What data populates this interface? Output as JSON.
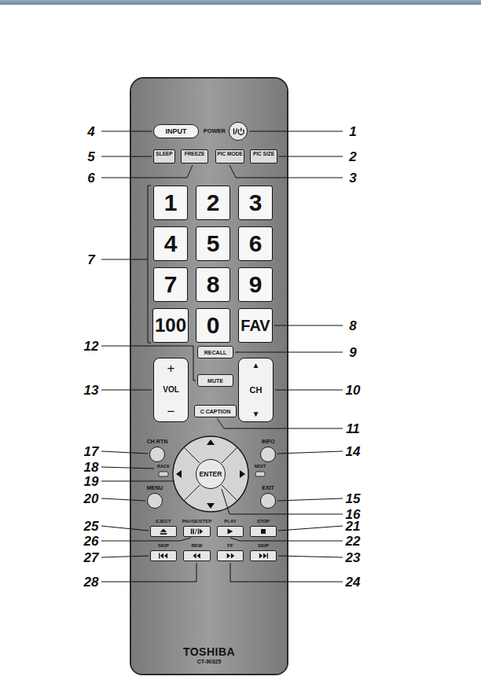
{
  "diagram": {
    "nodes": [
      {
        "text": [
          "TOSHIBA",
          "CT-90325"
        ]
      },
      {
        "text": [
          "INPUT"
        ],
        "in": 0
      },
      {
        "text": [
          "POWER"
        ],
        "in": 0
      },
      {
        "text": [
          "SLEEP"
        ],
        "in": 0
      },
      {
        "text": [
          "FREEZE"
        ],
        "in": 0
      },
      {
        "text": [
          "PIC MODE"
        ],
        "in": 0
      },
      {
        "text": [
          "PIC SIZE"
        ],
        "in": 0
      },
      {
        "text": [
          "1"
        ],
        "in": 0
      },
      {
        "text": [
          "2"
        ],
        "in": 0
      },
      {
        "text": [
          "3"
        ],
        "in": 0
      },
      {
        "text": [
          "4"
        ],
        "in": 0
      },
      {
        "text": [
          "5"
        ],
        "in": 0
      },
      {
        "text": [
          "6"
        ],
        "in": 0
      },
      {
        "text": [
          "7"
        ],
        "in": 0
      },
      {
        "text": [
          "8"
        ],
        "in": 0
      },
      {
        "text": [
          "9"
        ],
        "in": 0
      },
      {
        "text": [
          "100"
        ],
        "in": 0
      },
      {
        "text": [
          "0"
        ],
        "in": 0
      },
      {
        "text": [
          "FAV"
        ],
        "in": 0
      },
      {
        "text": [
          "RECALL"
        ],
        "in": 0
      },
      {
        "text": [
          "+",
          "VOL",
          "−"
        ],
        "in": 0
      },
      {
        "text": [
          "MUTE"
        ],
        "in": 0
      },
      {
        "text": [
          "▲",
          "CH",
          "▼"
        ],
        "in": 0
      },
      {
        "text": [
          "C CAPTION"
        ],
        "in": 0
      },
      {
        "text": [
          "CH RTN"
        ],
        "in": 0
      },
      {
        "text": [
          "INFO"
        ],
        "in": 0
      },
      {
        "text": [
          "ENTER"
        ],
        "in": 0
      },
      {
        "text": [
          "MENU"
        ],
        "in": 0
      },
      {
        "text": [
          "EXIT"
        ],
        "in": 0
      },
      {
        "text": [
          "EJECT"
        ],
        "in": 0
      },
      {
        "text": [
          "PAUSE/STEP"
        ],
        "in": 0
      },
      {
        "text": [
          "PLAY"
        ],
        "in": 0
      },
      {
        "text": [
          "STOP"
        ],
        "in": 0
      },
      {
        "text": [
          "SKIP"
        ],
        "in": 0
      },
      {
        "text": [
          "REW"
        ],
        "in": 0
      },
      {
        "text": [
          "FF"
        ],
        "in": 0
      },
      {
        "text": [
          "SKIP"
        ],
        "in": 0
      }
    ],
    "labels": [
      "1",
      "2",
      "3",
      "4",
      "5",
      "6",
      "7",
      "8",
      "9",
      "10",
      "11",
      "12",
      "13",
      "14",
      "15",
      "16",
      "17",
      "18",
      "19",
      "20",
      "21",
      "22",
      "23",
      "24",
      "25",
      "26",
      "27",
      "28",
      "BACK",
      "NEXT"
    ]
  }
}
